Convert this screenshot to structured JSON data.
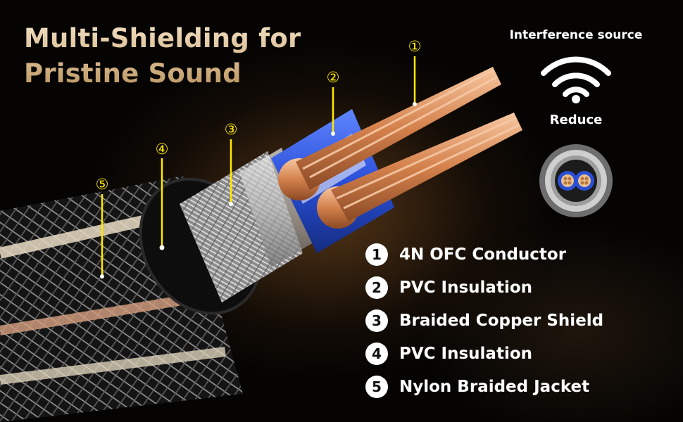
{
  "title": {
    "line1": "Multi-Shielding for",
    "line2": "Pristine Sound"
  },
  "callouts": [
    "①",
    "②",
    "③",
    "④",
    "⑤"
  ],
  "interference": {
    "label": "Interference source",
    "icon": "wifi-signal-icon",
    "result": "Reduce",
    "cross_section_icon": "cable-cross-section-icon"
  },
  "legend": [
    {
      "num": "1",
      "label": "4N OFC Conductor"
    },
    {
      "num": "2",
      "label": "PVC Insulation"
    },
    {
      "num": "3",
      "label": "Braided Copper Shield"
    },
    {
      "num": "4",
      "label": "PVC Insulation"
    },
    {
      "num": "5",
      "label": "Nylon Braided Jacket"
    }
  ],
  "colors": {
    "callout": "#ffe800",
    "copper": "#d98a5a",
    "insulation_blue": "#2b4fd8",
    "title_gold": "#e3c699"
  }
}
